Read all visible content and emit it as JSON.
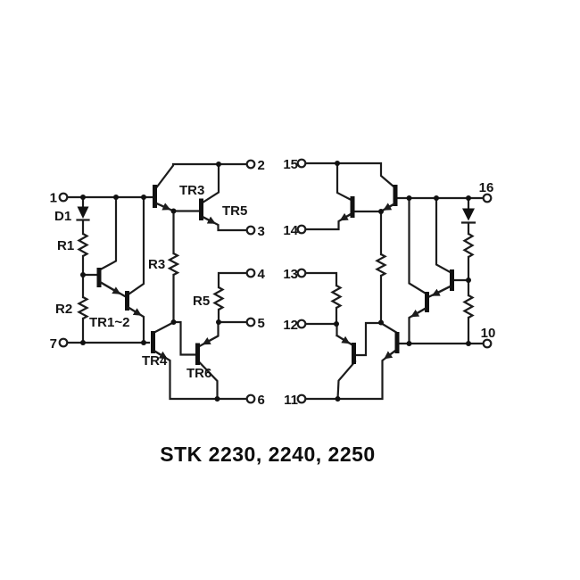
{
  "figure": {
    "title": "STK 2230, 2240, 2250",
    "type": "internal-equivalent-circuit-schematic"
  },
  "pins": {
    "p1": "1",
    "p2": "2",
    "p3": "3",
    "p4": "4",
    "p5": "5",
    "p6": "6",
    "p7": "7",
    "p10": "10",
    "p11": "11",
    "p12": "12",
    "p13": "13",
    "p14": "14",
    "p15": "15",
    "p16": "16"
  },
  "components": {
    "d1": "D1",
    "r1": "R1",
    "r2": "R2",
    "r3": "R3",
    "r5": "R5",
    "tr1_2": "TR1~2",
    "tr3": "TR3",
    "tr4": "TR4",
    "tr5": "TR5",
    "tr6": "TR6"
  },
  "colors": {
    "ink": "#1c1c1c",
    "paper": "#ffffff"
  }
}
